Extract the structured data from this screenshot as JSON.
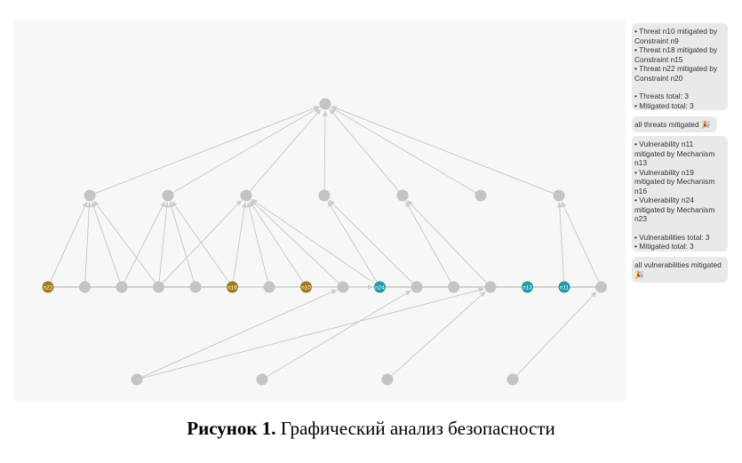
{
  "diagram": {
    "edge_color": "#cccccc",
    "node_color": "#c4c4c4",
    "threat_color": "#a07818",
    "vuln_color": "#1e9aa8",
    "root": {
      "id": "root"
    },
    "mid": [
      {
        "id": "m1"
      },
      {
        "id": "m2"
      },
      {
        "id": "m3"
      },
      {
        "id": "m4"
      },
      {
        "id": "m5"
      },
      {
        "id": "m6"
      },
      {
        "id": "m7"
      }
    ],
    "row": [
      {
        "id": "r1",
        "label": "n22",
        "kind": "threat"
      },
      {
        "id": "r2",
        "label": "",
        "kind": "plain"
      },
      {
        "id": "r3",
        "label": "",
        "kind": "plain"
      },
      {
        "id": "r4",
        "label": "",
        "kind": "plain"
      },
      {
        "id": "r5",
        "label": "",
        "kind": "plain"
      },
      {
        "id": "r6",
        "label": "n18",
        "kind": "threat"
      },
      {
        "id": "r7",
        "label": "",
        "kind": "plain"
      },
      {
        "id": "r8",
        "label": "n10",
        "kind": "threat"
      },
      {
        "id": "r9",
        "label": "",
        "kind": "plain"
      },
      {
        "id": "r10",
        "label": "n24",
        "kind": "vuln"
      },
      {
        "id": "r11",
        "label": "",
        "kind": "plain"
      },
      {
        "id": "r12",
        "label": "",
        "kind": "plain"
      },
      {
        "id": "r13",
        "label": "",
        "kind": "plain"
      },
      {
        "id": "r14",
        "label": "n13",
        "kind": "vuln"
      },
      {
        "id": "r15",
        "label": "n11",
        "kind": "vuln"
      },
      {
        "id": "r16",
        "label": "",
        "kind": "plain"
      }
    ],
    "bottom": [
      {
        "id": "b1"
      },
      {
        "id": "b2"
      },
      {
        "id": "b3"
      },
      {
        "id": "b4"
      }
    ],
    "edges": [
      [
        "m1",
        "root"
      ],
      [
        "m2",
        "root"
      ],
      [
        "m3",
        "root"
      ],
      [
        "m4",
        "root"
      ],
      [
        "m5",
        "root"
      ],
      [
        "m6",
        "root"
      ],
      [
        "m7",
        "root"
      ],
      [
        "r1",
        "m1"
      ],
      [
        "r2",
        "m1"
      ],
      [
        "r3",
        "m1"
      ],
      [
        "r4",
        "m1"
      ],
      [
        "r3",
        "m2"
      ],
      [
        "r5",
        "m2"
      ],
      [
        "r6",
        "m2"
      ],
      [
        "r4",
        "m2"
      ],
      [
        "r4",
        "m3"
      ],
      [
        "r6",
        "m3"
      ],
      [
        "r7",
        "m3"
      ],
      [
        "r8",
        "m3"
      ],
      [
        "r9",
        "m3"
      ],
      [
        "r10",
        "m3"
      ],
      [
        "r10",
        "m4"
      ],
      [
        "r11",
        "m4"
      ],
      [
        "r12",
        "m5"
      ],
      [
        "r13",
        "m5"
      ],
      [
        "r15",
        "m7"
      ],
      [
        "r16",
        "m7"
      ],
      [
        "b1",
        "r9"
      ],
      [
        "b1",
        "r13"
      ],
      [
        "b2",
        "r11"
      ],
      [
        "b3",
        "r13"
      ],
      [
        "b4",
        "r16"
      ],
      [
        "r6",
        "r10"
      ]
    ]
  },
  "threats_panel": {
    "items": [
      "• Threat n10 mitigated by Constraint n9",
      "• Threat n18 mitigated by Constraint n15",
      "• Threat n22 mitigated by Constraint n20"
    ],
    "totals": [
      "• Threats total: 3",
      "• Mitigated total: 3"
    ]
  },
  "threats_status": "all threats mitigated 🎉",
  "vulns_panel": {
    "items": [
      "• Vulnerability n11 mitigated by Mechanism n13",
      "• Vulnerability n19 mitigated by Mechanism n16",
      "• Vulnerability n24 mitigated by Mechanism n23"
    ],
    "totals": [
      "• Vulnerabilities total: 3",
      "• Mitigated total: 3"
    ]
  },
  "vulns_status": "all vulnerabilities mitigated 🎉",
  "caption": {
    "bold": "Рисунок 1.",
    "text": " Графический анализ безопасности"
  }
}
